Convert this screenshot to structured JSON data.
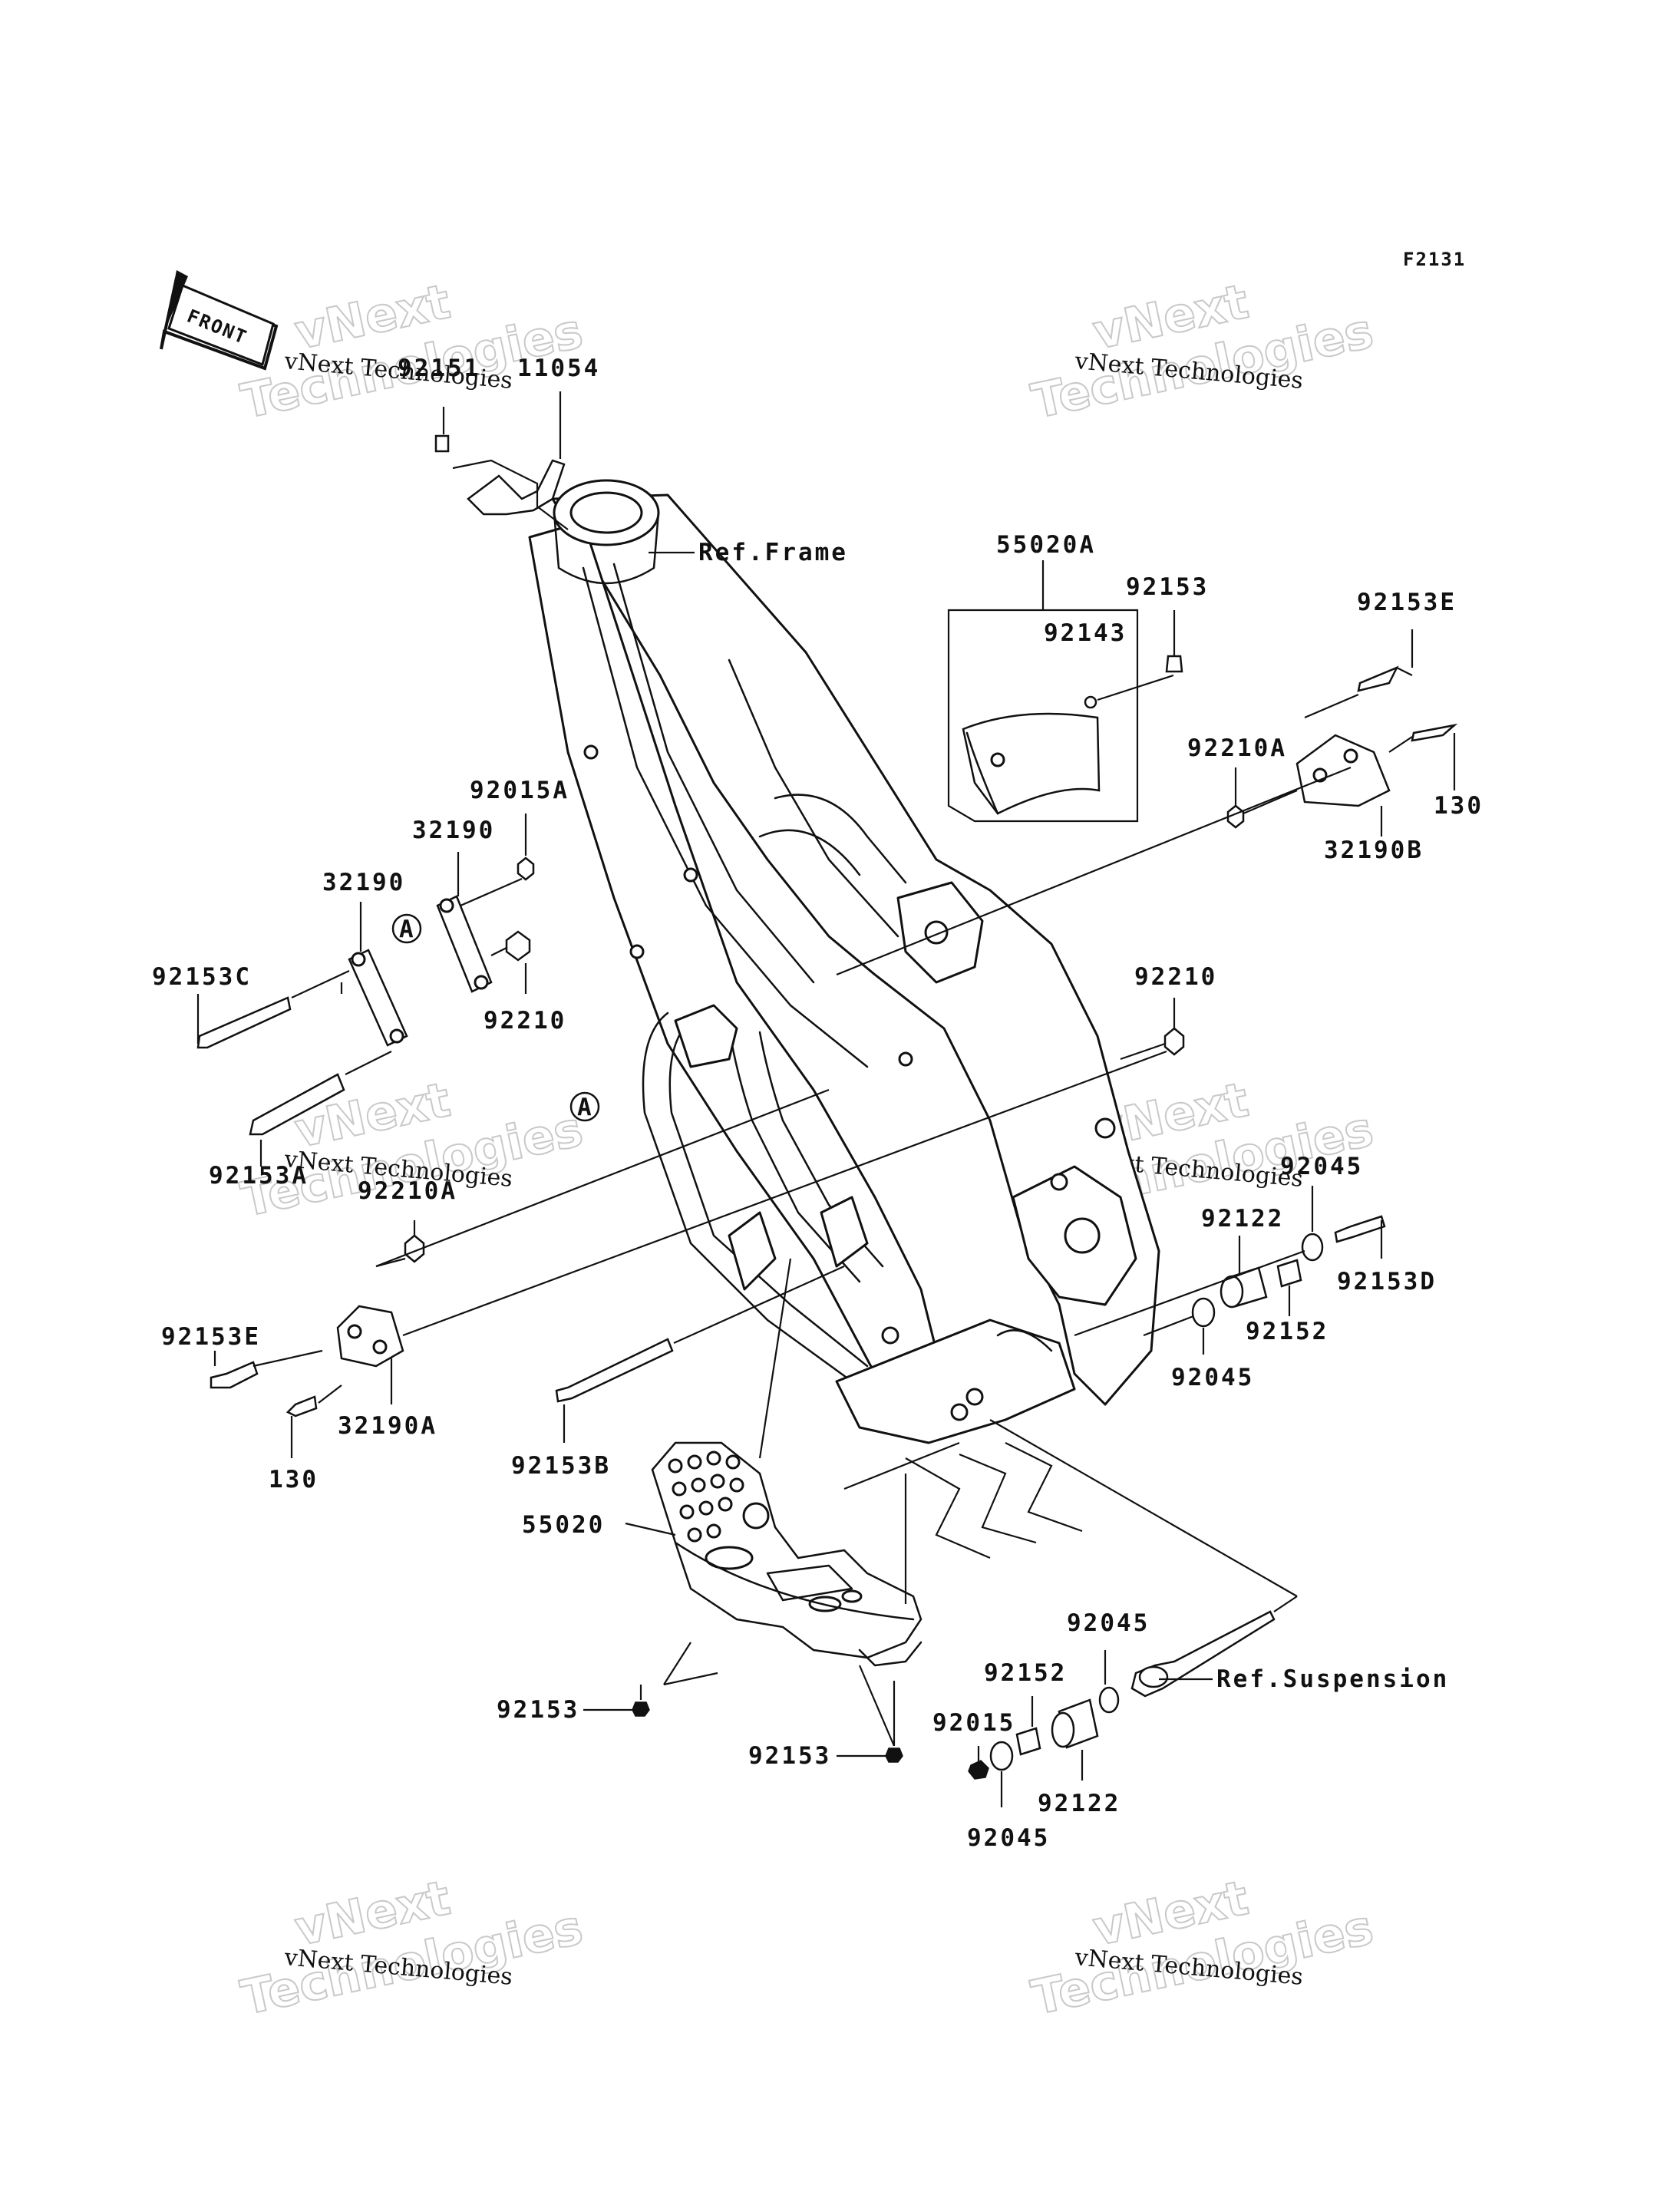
{
  "diagram_code": "F2131",
  "front_badge": "FRONT",
  "references": {
    "frame": "Ref.Frame",
    "suspension": "Ref.Suspension"
  },
  "watermark": {
    "brand_lines": [
      "vNext",
      "Technologies"
    ],
    "caption": "vNext Technologies"
  },
  "callout_marker": "A",
  "part_labels": {
    "p92151": "92151",
    "p11054": "11054",
    "p55020A": "55020A",
    "p92153_top": "92153",
    "p92143": "92143",
    "p92153E_right": "92153E",
    "p92210A_right": "92210A",
    "p130_right": "130",
    "p32190B": "32190B",
    "p92015A": "92015A",
    "p32190_upper": "32190",
    "p32190_lower": "32190",
    "p92153C": "92153C",
    "p92210_left": "92210",
    "p92153A": "92153A",
    "p92210A_left": "92210A",
    "p92210_right": "92210",
    "p92045_a": "92045",
    "p92122_a": "92122",
    "p92153D": "92153D",
    "p92152_a": "92152",
    "p92045_b": "92045",
    "p92153E_left": "92153E",
    "p32190A": "32190A",
    "p130_left": "130",
    "p92153B": "92153B",
    "p55020": "55020",
    "p92153_skid_left": "92153",
    "p92153_skid_bottom": "92153",
    "p92045_c": "92045",
    "p92152_b": "92152",
    "p92015": "92015",
    "p92122_b": "92122",
    "p92045_d": "92045"
  }
}
